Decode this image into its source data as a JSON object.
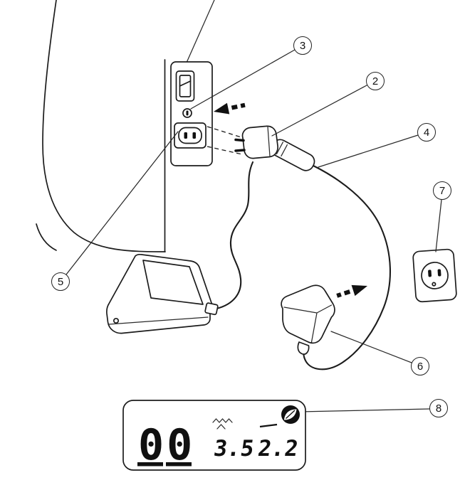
{
  "callouts": {
    "c2": "2",
    "c3": "3",
    "c4": "4",
    "c5": "5",
    "c6": "6",
    "c7": "7",
    "c8": "8"
  },
  "lcd": {
    "pattern": "00",
    "width_value": "3.5",
    "length_value": "2.2"
  },
  "icons": {
    "lcd_badge": "bobbin-thread-icon"
  },
  "colors": {
    "ink": "#1a1a1a",
    "paper": "#ffffff",
    "badge_bg": "#111111"
  }
}
